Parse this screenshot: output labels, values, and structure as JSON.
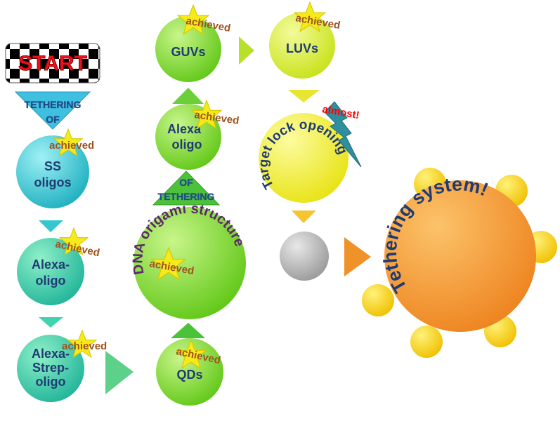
{
  "start": {
    "label": "START"
  },
  "tethering_of_arrow": {
    "line1": "TETHERING",
    "line2": "OF"
  },
  "of_tethering_arrow": {
    "line1": "OF",
    "line2": "TETHERING"
  },
  "nodes": {
    "ss_oligos": {
      "line1": "SS",
      "line2": "oligos",
      "status": "achieved"
    },
    "alexa_oligo_left": {
      "line1": "Alexa-",
      "line2": "oligo",
      "status": "achieved"
    },
    "alexa_strep_oligo": {
      "line1": "Alexa-",
      "line2": "Strep-",
      "line3": "oligo",
      "status": "achieved"
    },
    "qds": {
      "label": "QDs",
      "status": "achieved"
    },
    "dna_origami": {
      "label": "DNA origami structure",
      "status": "achieved"
    },
    "alexa_oligo_mid": {
      "line1": "Alexa",
      "line2": "oligo",
      "status": "achieved"
    },
    "guvs": {
      "label": "GUVs",
      "status": "achieved"
    },
    "luvs": {
      "label": "LUVs",
      "status": "achieved"
    },
    "target_lock": {
      "label": "Target lock opening",
      "status": "almost!"
    },
    "tethering_system": {
      "label": "Tethering system!"
    }
  },
  "colors": {
    "cyan": "#2fc4d6",
    "green": "#7ed321",
    "yellow": "#f2ee22",
    "orange": "#f39a2c",
    "grey": "#aaaaaa",
    "star": "#f7ea1a",
    "achieved": "#a0521e",
    "almost": "#ff0000"
  }
}
